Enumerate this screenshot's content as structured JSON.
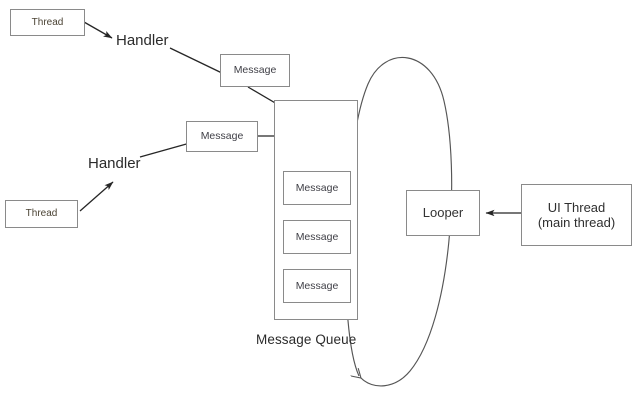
{
  "diagram": {
    "title": "Android Handler / Looper / Message Queue diagram",
    "stroke_color": "#8a8a8a",
    "edge_color": "#333333",
    "background": "#ffffff"
  },
  "nodes": {
    "thread_top": {
      "label": "Thread"
    },
    "thread_bottom": {
      "label": "Thread"
    },
    "message_top": {
      "label": "Message"
    },
    "message_mid": {
      "label": "Message"
    },
    "queue_messages": [
      {
        "label": "Message"
      },
      {
        "label": "Message"
      },
      {
        "label": "Message"
      }
    ],
    "looper": {
      "label": "Looper"
    },
    "ui_thread": {
      "line1": "UI Thread",
      "line2": "(main thread)"
    }
  },
  "labels": {
    "handler_top": "Handler",
    "handler_bottom": "Handler",
    "queue_caption": "Message Queue"
  },
  "edges": [
    {
      "name": "thread-top-to-handler-top",
      "from": "thread_top",
      "to": "handler_top",
      "arrow": "filled"
    },
    {
      "name": "handler-top-to-message-top",
      "from": "handler_top",
      "to": "message_top",
      "arrow": "none"
    },
    {
      "name": "message-top-to-queue",
      "from": "message_top",
      "to": "message_queue",
      "arrow": "filled"
    },
    {
      "name": "thread-bottom-to-handler-bottom",
      "from": "thread_bottom",
      "to": "handler_bottom",
      "arrow": "filled"
    },
    {
      "name": "handler-bottom-to-message-mid",
      "from": "handler_bottom",
      "to": "message_mid",
      "arrow": "none"
    },
    {
      "name": "message-mid-to-queue",
      "from": "message_mid",
      "to": "message_queue",
      "arrow": "filled"
    },
    {
      "name": "ui-thread-to-looper",
      "from": "ui_thread",
      "to": "looper",
      "arrow": "filled"
    },
    {
      "name": "looper-loop",
      "from": "looper",
      "to": "message_queue",
      "arrow": "open",
      "shape": "ellipse"
    }
  ]
}
